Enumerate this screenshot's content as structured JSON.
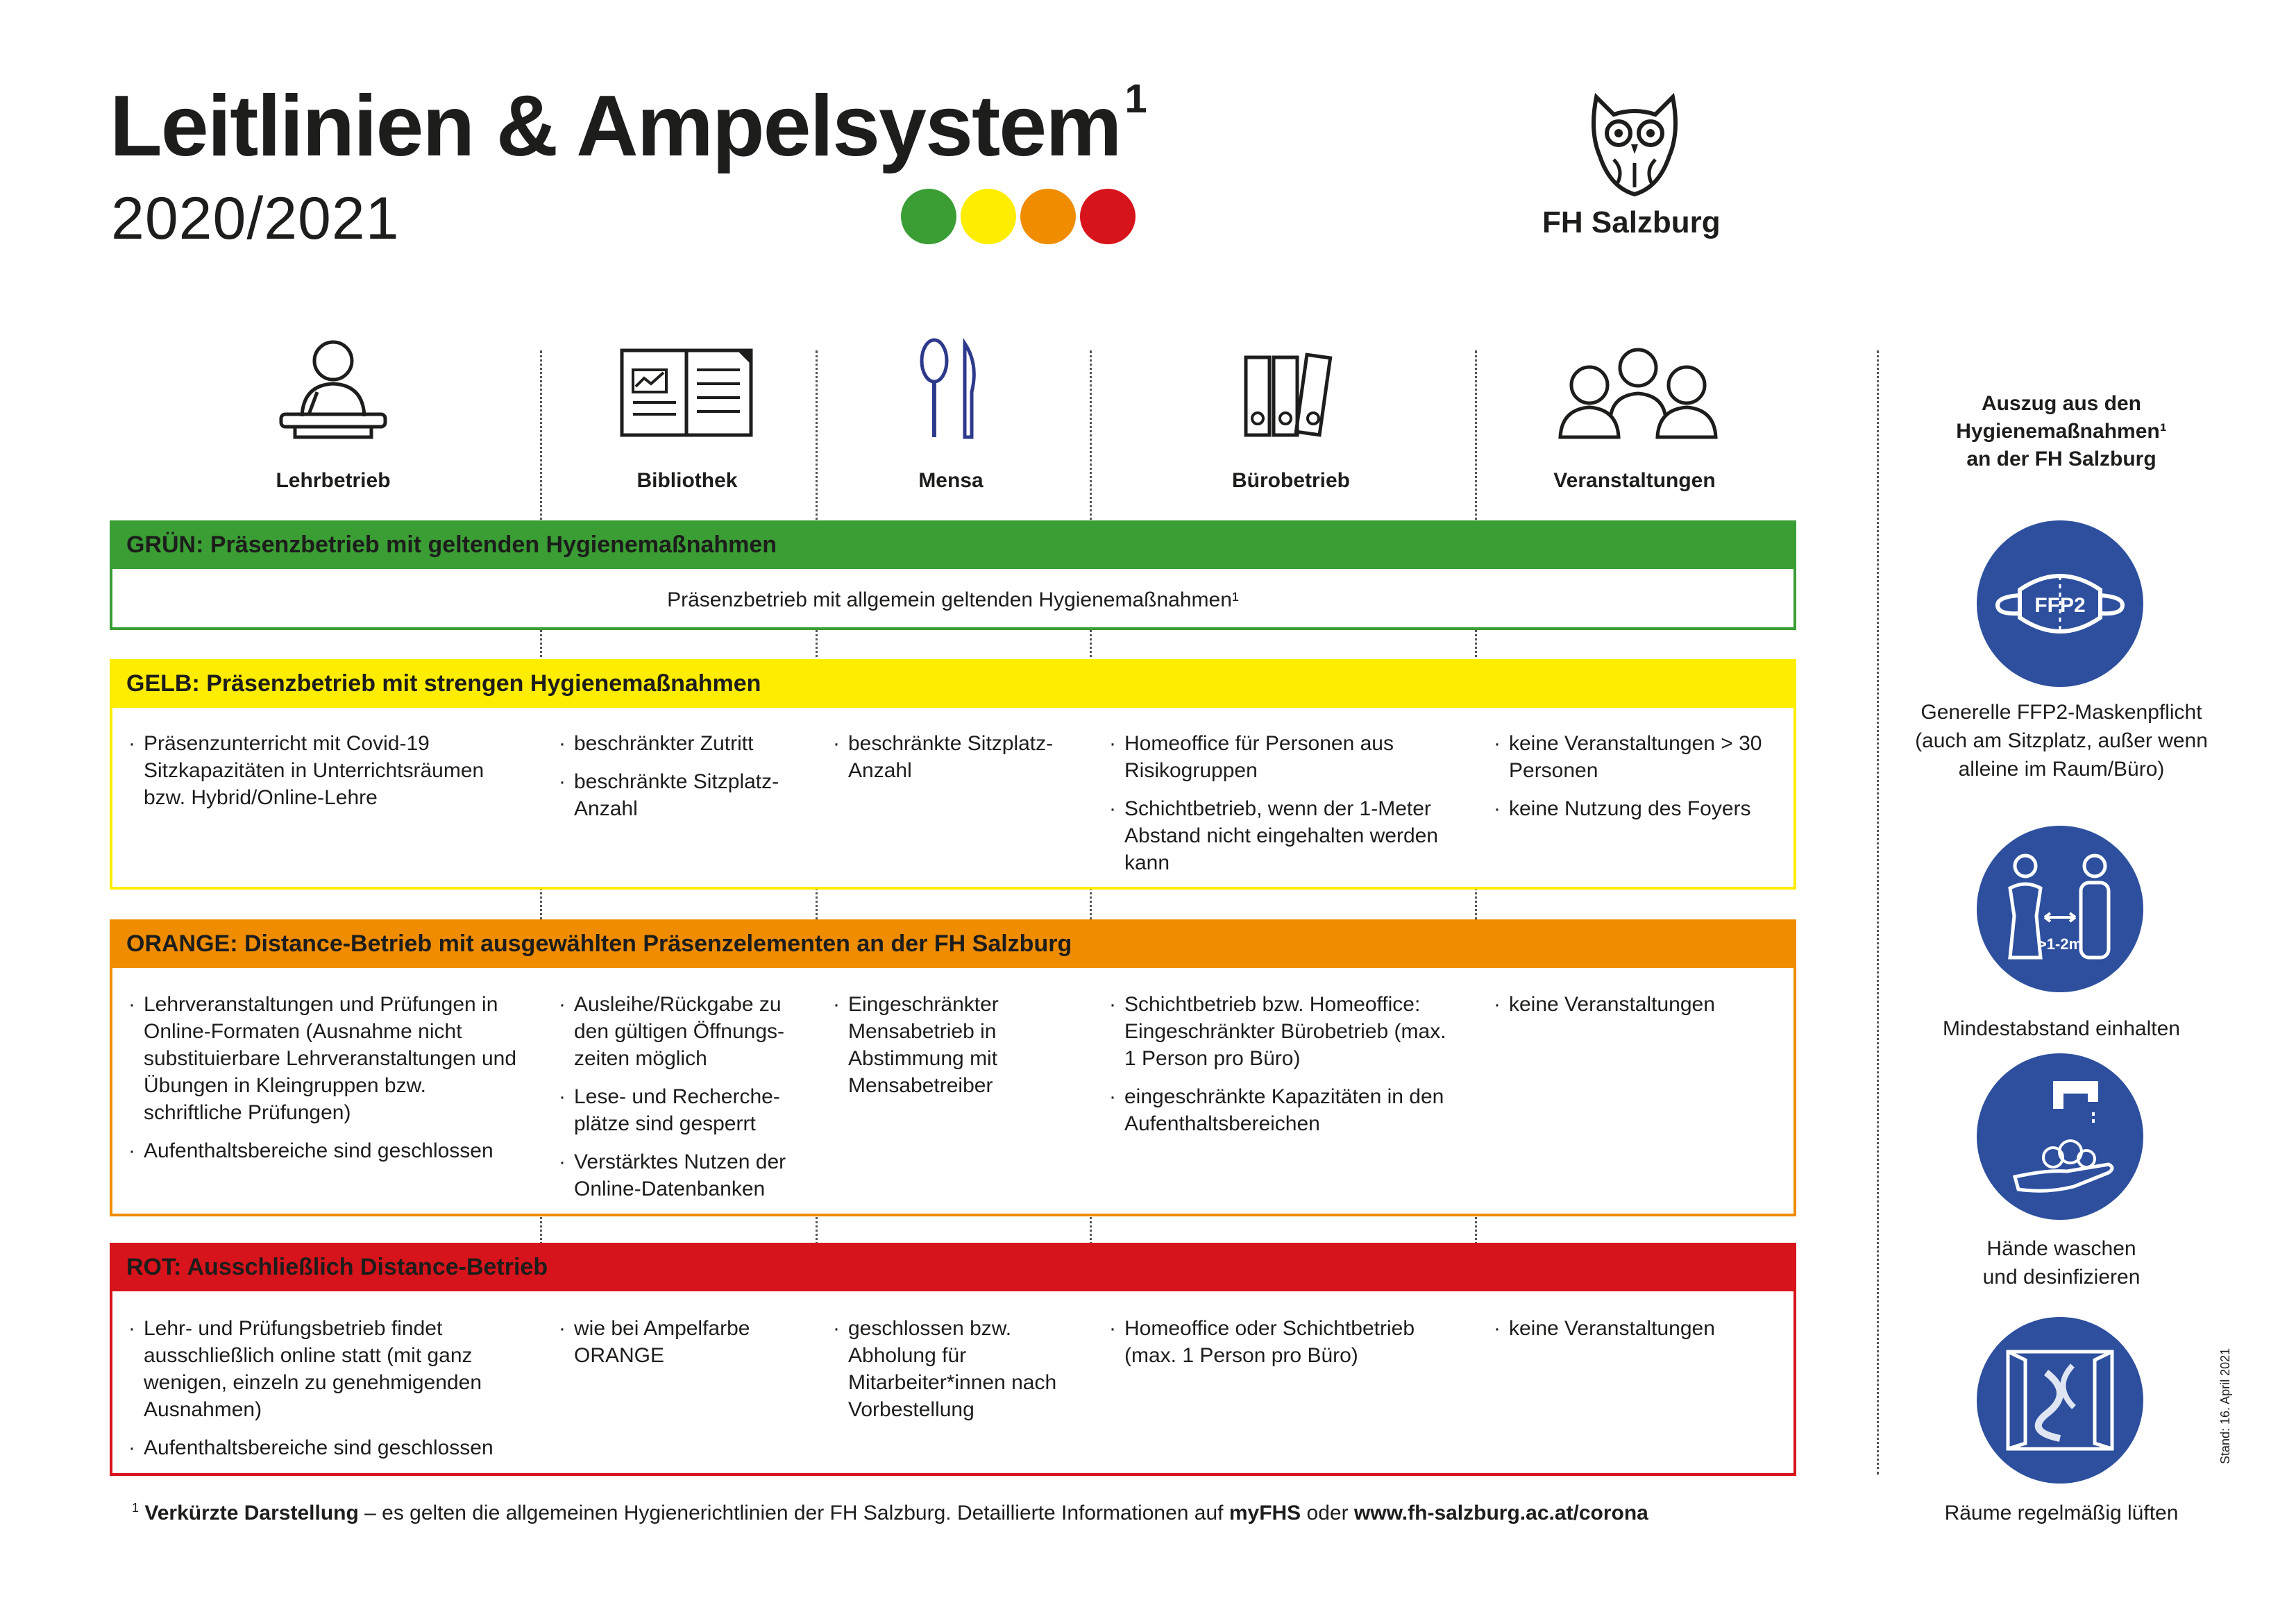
{
  "header": {
    "title": "Leitlinien & Ampelsystem",
    "title_sup": "1",
    "year": "2020/2021",
    "brand": "FH Salzburg",
    "traffic_colors": [
      "#3a9e35",
      "#ffed00",
      "#ef8c00",
      "#d7131b"
    ]
  },
  "columns": [
    {
      "label": "Lehrbetrieb",
      "icon": "lecturer-icon"
    },
    {
      "label": "Bibliothek",
      "icon": "book-icon"
    },
    {
      "label": "Mensa",
      "icon": "cutlery-icon"
    },
    {
      "label": "Bürobetrieb",
      "icon": "folders-icon"
    },
    {
      "label": "Veranstaltungen",
      "icon": "group-icon"
    }
  ],
  "levels": {
    "green": {
      "color": "#3a9e35",
      "title": "GRÜN: Präsenzbetrieb mit geltenden Hygienemaßnahmen",
      "text": "Präsenzbetrieb mit allgemein geltenden Hygienemaßnahmen¹"
    },
    "yellow": {
      "color": "#ffed00",
      "title": "GELB: Präsenzbetrieb mit strengen Hygienemaßnahmen",
      "cells": [
        [
          "Präsenzunterricht mit Covid-19 Sitzkapazitäten in Unterrichtsräumen bzw. Hybrid/Online-Lehre"
        ],
        [
          "beschränkter Zutritt",
          "beschränkte Sitzplatz-Anzahl"
        ],
        [
          "beschränkte Sitzplatz-Anzahl"
        ],
        [
          "Homeoffice für Personen aus Risikogruppen",
          "Schichtbetrieb, wenn der 1-Meter Abstand nicht eingehalten werden kann"
        ],
        [
          "keine Veranstaltungen > 30 Personen",
          "keine Nutzung des Foyers"
        ]
      ]
    },
    "orange": {
      "color": "#ef8c00",
      "title": "ORANGE: Distance-Betrieb mit ausgewählten Präsenzelementen an der FH Salzburg",
      "cells": [
        [
          "Lehrveranstaltungen und Prüfungen in Online-Formaten (Ausnahme nicht substituierbare Lehrveranstaltungen und Übungen in Kleingruppen bzw. schriftliche Prüfungen)",
          "Aufenthaltsbereiche sind geschlossen"
        ],
        [
          "Ausleihe/Rückgabe zu den gültigen Öffnungs-zeiten möglich",
          "Lese- und Recherche-plätze sind gesperrt",
          "Verstärktes Nutzen der Online-Datenbanken"
        ],
        [
          "Eingeschränkter Mensabetrieb in Abstimmung mit Mensabetreiber"
        ],
        [
          "Schichtbetrieb bzw. Homeoffice: Eingeschränkter Bürobetrieb (max. 1 Person pro Büro)",
          "eingeschränkte Kapazitäten in den Aufenthaltsbereichen"
        ],
        [
          "keine Veranstaltungen"
        ]
      ]
    },
    "red": {
      "color": "#d7131b",
      "title": "ROT: Ausschließlich Distance-Betrieb",
      "cells": [
        [
          "Lehr- und Prüfungsbetrieb findet ausschließlich online statt (mit ganz wenigen, einzeln zu genehmigenden Ausnahmen)",
          "Aufenthaltsbereiche sind geschlossen"
        ],
        [
          "wie bei Ampelfarbe ORANGE"
        ],
        [
          "geschlossen bzw. Abholung für Mitarbeiter*innen nach Vorbestellung"
        ],
        [
          "Homeoffice oder Schichtbetrieb (max. 1 Person pro Büro)"
        ],
        [
          "keine Veranstaltungen"
        ]
      ]
    }
  },
  "footer": {
    "sup": "1",
    "bold1": "Verkürzte Darstellung",
    "text1": " – es gelten die allgemeinen Hygienerichtlinien der FH Salzburg. Detaillierte Informationen auf ",
    "bold2": "myFHS",
    "text2": " oder ",
    "bold3": "www.fh-salzburg.ac.at/corona"
  },
  "sidebar": {
    "title_line1": "Auszug aus den",
    "title_line2": "Hygienemaßnahmen¹",
    "title_line3": "an der FH Salzburg",
    "circle_color": "#2d4f9e",
    "items": [
      {
        "icon": "ffp2-mask-icon",
        "badge": "FFP2",
        "line1": "Generelle FFP2-Maskenpflicht",
        "line2": "(auch am Sitzplatz, außer wenn",
        "line3": "alleine im Raum/Büro)"
      },
      {
        "icon": "distance-icon",
        "badge": ">1-2m",
        "line1": "Mindestabstand einhalten"
      },
      {
        "icon": "hand-wash-icon",
        "line1": "Hände waschen",
        "line2": "und desinfizieren"
      },
      {
        "icon": "window-ventilation-icon",
        "line1": "Räume regelmäßig lüften"
      }
    ],
    "stand": "Stand: 16. April 2021"
  }
}
